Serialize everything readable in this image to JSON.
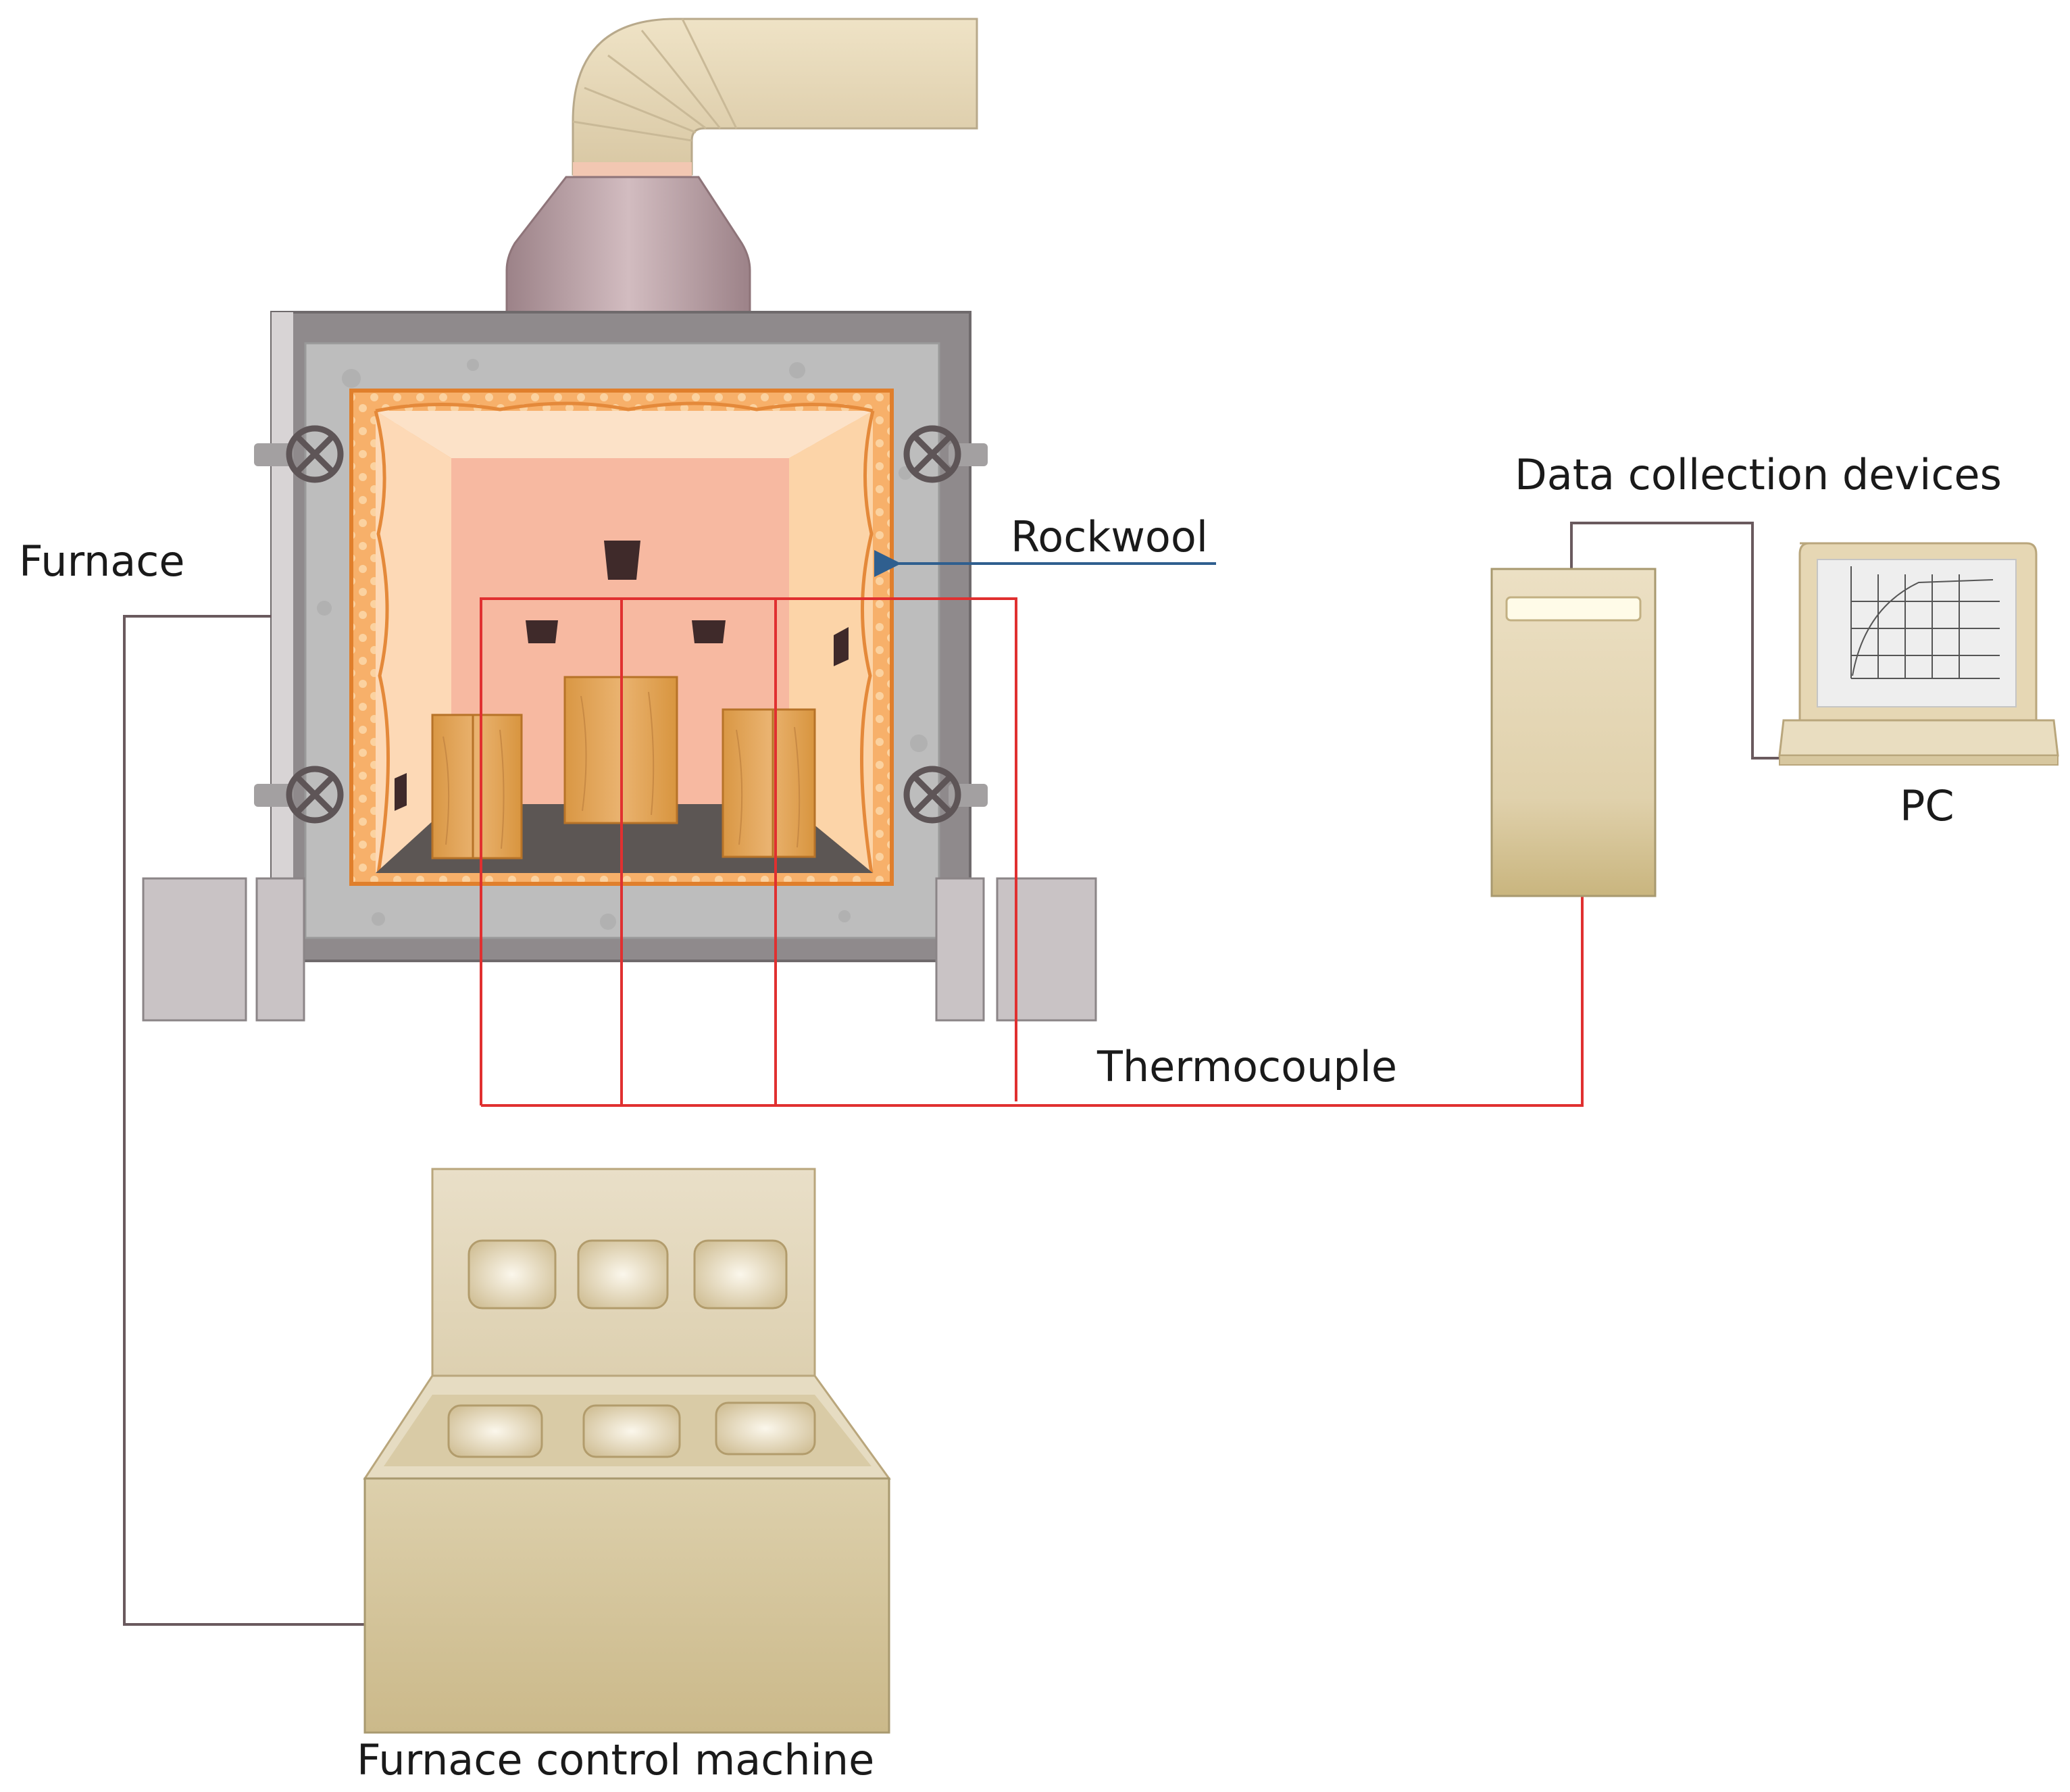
{
  "labels": {
    "furnace": "Furnace",
    "rockwool": "Rockwool",
    "data_collection": "Data collection devices",
    "pc": "PC",
    "thermocouple": "Thermocouple",
    "control_machine": "Furnace control machine"
  },
  "colors": {
    "thermocouple_wire": "#e03030",
    "signal_wire": "#6a5a5e",
    "rockwool_arrow": "#2f5f8f",
    "furnace_frame": "#8f8a8c",
    "concrete": "#b9b9b9",
    "rockwool": "#f2a05a",
    "chamber_back": "#f9b79a",
    "chamber_side": "#fbd6b0",
    "floor": "#5a5553",
    "wood": "#e3a55a",
    "duct": "#e6d6b4",
    "hood": "#b59aa0",
    "machine_body": "#d8cca8",
    "machine_panel": "#efe6d0"
  },
  "icons": [
    "valve-wheel-icon",
    "exhaust-duct-icon",
    "laptop-icon",
    "data-logger-icon",
    "control-console-icon"
  ]
}
